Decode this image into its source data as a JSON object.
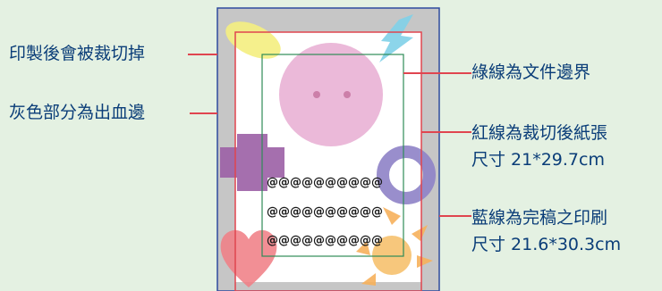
{
  "labels": {
    "trim_area": "印製後會被裁切掉",
    "bleed_area": "灰色部分為出血邊",
    "green_line": "綠線為文件邊界",
    "red_line_1": "紅線為裁切後紙張",
    "red_line_2": "尺寸 21*29.7cm",
    "blue_line_1": "藍線為完稿之印刷",
    "blue_line_2": "尺寸 21.6*30.3cm"
  },
  "sample_rows": [
    "@@@@@@@@@@",
    "@@@@@@@@@@",
    "@@@@@@@@@@"
  ],
  "colors": {
    "background": "#e4f1e2",
    "text": "#0a3d78",
    "bleed_gray": "#c6c6c6",
    "blue_line": "#2e4a9e",
    "red_line": "#e0454f",
    "green_line": "#2e8b57"
  }
}
